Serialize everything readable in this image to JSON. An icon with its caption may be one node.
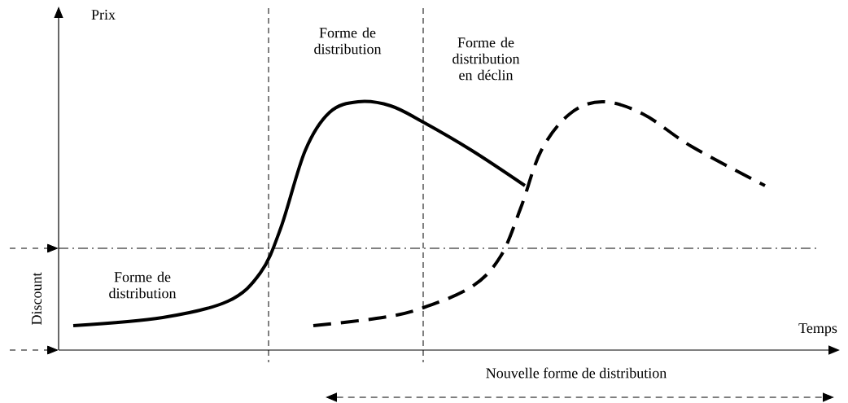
{
  "diagram": {
    "labels": [
      "Prix",
      "Forme de distribution",
      "Forme de distribution en déclin",
      "Forme de distribution",
      "Discount",
      "Temps",
      "Nouvelle forme de distribution"
    ]
  }
}
